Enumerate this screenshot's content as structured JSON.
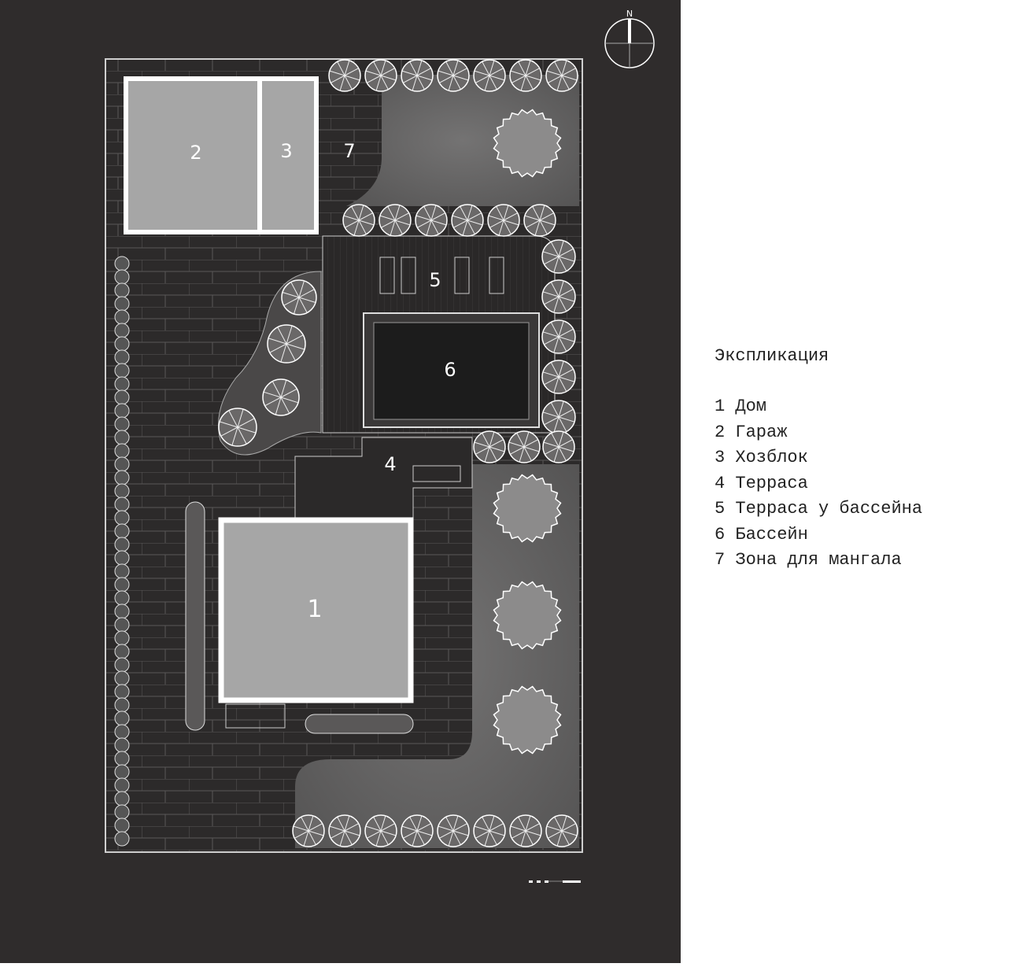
{
  "compass": {
    "north_label": "N"
  },
  "plan_labels": {
    "house": "1",
    "garage": "2",
    "utility": "3",
    "terrace": "4",
    "pool_terrace": "5",
    "pool": "6",
    "bbq": "7"
  },
  "legend": {
    "title": "Экспликация",
    "items": [
      {
        "num": "1",
        "label": "Дом"
      },
      {
        "num": "2",
        "label": "Гараж"
      },
      {
        "num": "3",
        "label": "Хозблок"
      },
      {
        "num": "4",
        "label": "Терраса"
      },
      {
        "num": "5",
        "label": "Терраса у бассейна"
      },
      {
        "num": "6",
        "label": "Бассейн"
      },
      {
        "num": "7",
        "label": "Зона для мангала"
      }
    ]
  },
  "colors": {
    "background": "#2f2c2c",
    "building": "#a6a6a6",
    "lawn": "#6b6a6a",
    "pool": "#1e1e1e"
  }
}
